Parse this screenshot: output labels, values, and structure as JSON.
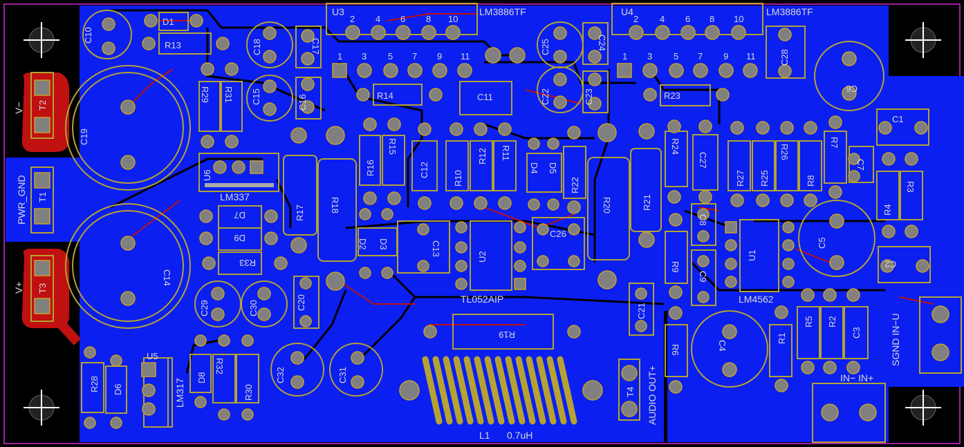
{
  "board": {
    "colors": {
      "outline": "#a020a0",
      "copper": "#0b1ff0",
      "trace_top": "#c01010",
      "silk": "#b5a233",
      "pad": "#808080"
    },
    "icons": [
      "mounting-hole-icon"
    ]
  },
  "connectors": {
    "t2": "T2",
    "t2_label": "V−",
    "t1": "T1",
    "t1_label": "PWR_GND",
    "t3": "T3",
    "t3_label": "V+",
    "t4": "T4",
    "t4_label": "AUDIO OUT+",
    "in_label": "IN−  IN+",
    "sgnd_label": "SGND IN−U"
  },
  "ics": {
    "u3": "U3",
    "u3_part": "LM3886TF",
    "u4": "U4",
    "u4_part": "LM3886TF",
    "u2": "U2",
    "u2_part": "TL052AIP",
    "u1": "U1",
    "u1_part": "LM4562",
    "u5": "U5",
    "u5_part": "LM317",
    "u6": "U6",
    "u6_part": "LM337",
    "pin_labels": [
      "1",
      "3",
      "5",
      "7",
      "9",
      "11",
      "2",
      "4",
      "6",
      "8",
      "10"
    ]
  },
  "inductor": {
    "ref": "L1",
    "value": "0.7uH"
  },
  "caps": {
    "c1": "C1",
    "c2": "C2",
    "c3": "C3",
    "c4": "C4",
    "c5": "C5",
    "c6": "C6",
    "c7": "C7",
    "c8": "C8",
    "c9": "C9",
    "c10": "C10",
    "c11": "C11",
    "c12": "C12",
    "c13": "C13",
    "c14": "C14",
    "c15": "C15",
    "c16": "C16",
    "c17": "C17",
    "c18": "C18",
    "c19": "C19",
    "c20": "C20",
    "c21": "C21",
    "c22": "C22",
    "c23": "C23",
    "c24": "C24",
    "c25": "C25",
    "c26": "C26",
    "c27": "C27",
    "c28": "C28",
    "c29": "C29",
    "c30": "C30",
    "c31": "C31",
    "c32": "C32"
  },
  "resistors": {
    "r1": "R1",
    "r2": "R2",
    "r3": "R3",
    "r4": "R4",
    "r5": "R5",
    "r6": "R6",
    "r7": "R7",
    "r8": "R8",
    "r9": "R9",
    "r10": "R10",
    "r11": "R11",
    "r12": "R12",
    "r13": "R13",
    "r14": "R14",
    "r15": "R15",
    "r16": "R16",
    "r17": "R17",
    "r18": "R18",
    "r19": "R19",
    "r20": "R20",
    "r21": "R21",
    "r22": "R22",
    "r23": "R23",
    "r24": "R24",
    "r25": "R25",
    "r26": "R26",
    "r27": "R27",
    "r28": "R28",
    "r29": "R29",
    "r30": "R30",
    "r31": "R31",
    "r32": "R32",
    "r33": "R33"
  },
  "diodes": {
    "d1": "D1",
    "d2": "D2",
    "d3": "D3",
    "d4": "D4",
    "d5": "D5",
    "d6": "D6",
    "d7": "D7",
    "d8": "D8",
    "d9": "D9"
  }
}
